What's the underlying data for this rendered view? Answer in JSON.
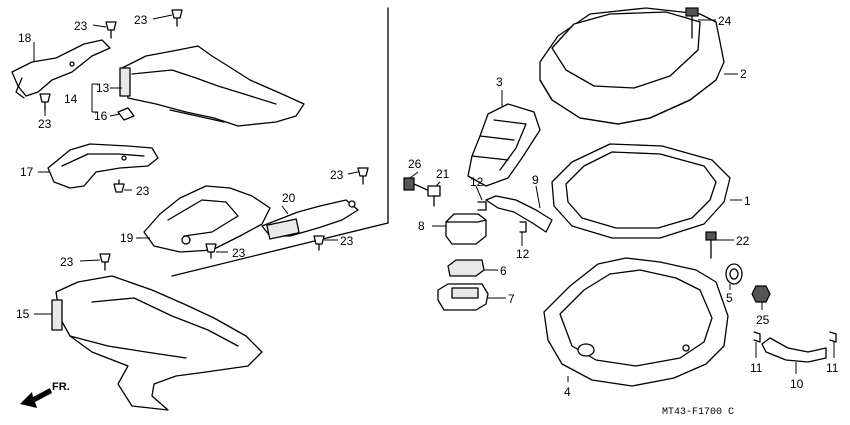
{
  "diagram_code": "MT43-F1700 C",
  "direction_label": "FR.",
  "callouts": {
    "c1": "1",
    "c2": "2",
    "c3": "3",
    "c4": "4",
    "c5": "5",
    "c6": "6",
    "c7": "7",
    "c8": "8",
    "c9": "9",
    "c10": "10",
    "c11a": "11",
    "c11b": "11",
    "c12a": "12",
    "c12b": "12",
    "c13": "13",
    "c14": "14",
    "c15": "15",
    "c16": "16",
    "c17": "17",
    "c18": "18",
    "c19": "19",
    "c20": "20",
    "c21": "21",
    "c22": "22",
    "c23a": "23",
    "c23b": "23",
    "c23c": "23",
    "c23d": "23",
    "c23e": "23",
    "c23f": "23",
    "c23g": "23",
    "c23h": "23",
    "c24": "24",
    "c25": "25",
    "c26": "26"
  }
}
